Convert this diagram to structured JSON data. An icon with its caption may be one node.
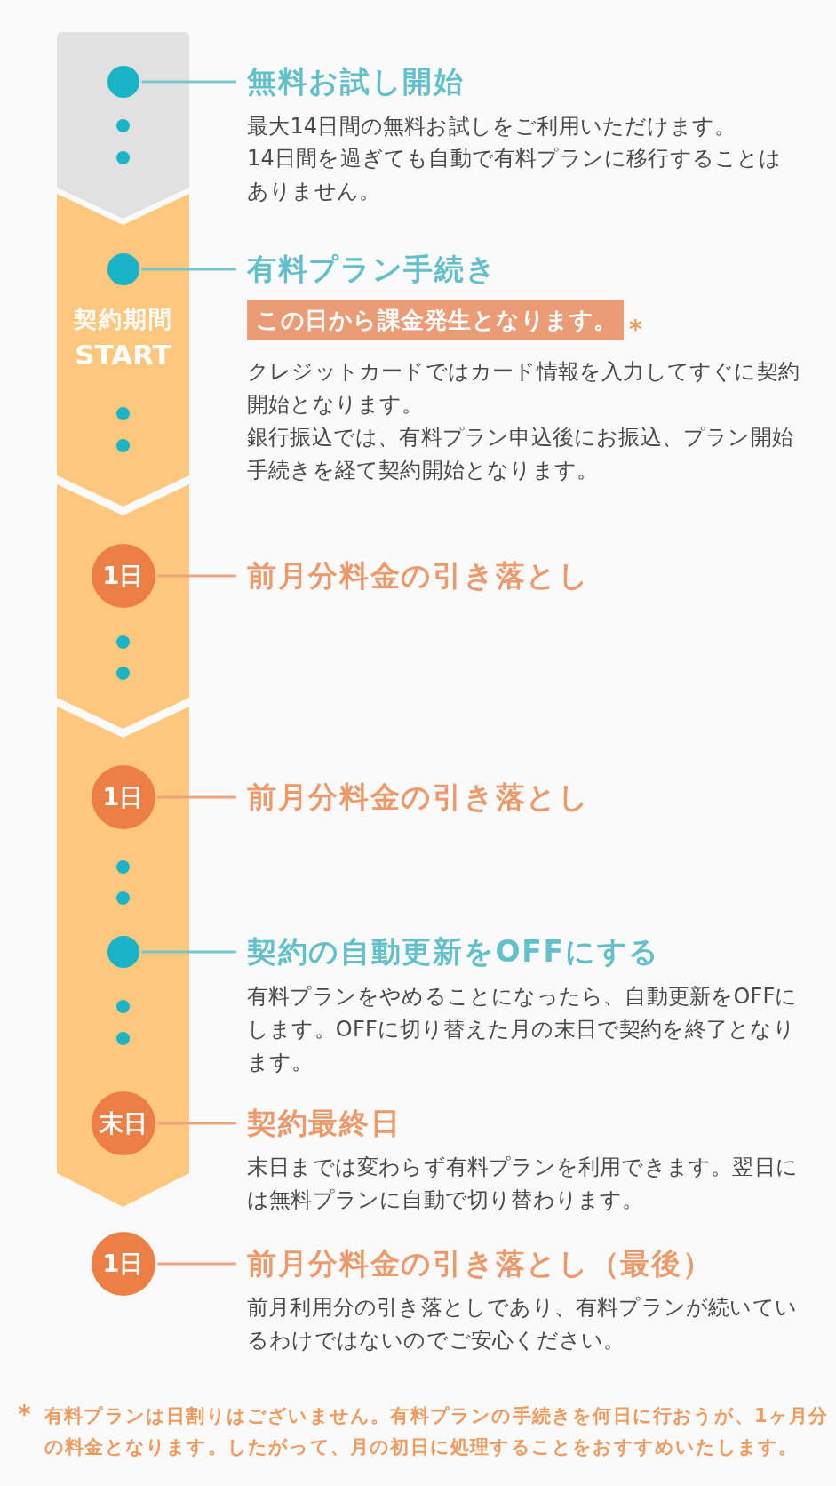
{
  "diagram": {
    "nodes": [
      {
        "text": [],
        "shape": "band"
      },
      {
        "text": [],
        "shape": "circle",
        "in": 0
      },
      {
        "text": [
          "無料お試し開始"
        ]
      },
      {
        "text": [
          "契約期間",
          "START"
        ]
      },
      {
        "text": [],
        "shape": "circle",
        "in": 3
      },
      {
        "text": [
          "有料プラン手続き"
        ]
      },
      {
        "text": [
          "この日から課金発生となります。"
        ],
        "beside": [
          "*"
        ]
      },
      {
        "text": [],
        "shape": "band"
      },
      {
        "text": [
          "1日"
        ],
        "in": 7
      },
      {
        "text": [
          "前月分料金の引き落とし"
        ]
      },
      {
        "text": [],
        "shape": "band"
      },
      {
        "text": [
          "1日"
        ],
        "in": 10
      },
      {
        "text": [
          "前月分料金の引き落とし"
        ]
      },
      {
        "text": [],
        "shape": "circle",
        "in": 10
      },
      {
        "text": [
          "契約の自動更新をOFFにする"
        ]
      },
      {
        "text": [
          "末日"
        ],
        "in": 10
      },
      {
        "text": [
          "契約最終日"
        ]
      },
      {
        "text": [
          "1日"
        ]
      },
      {
        "text": [
          "前月分料金の引き落とし（最後）"
        ]
      }
    ],
    "edges": [
      {
        "from": 1,
        "to": 2,
        "arrow": "none",
        "color": "#76c6cf"
      },
      {
        "from": 4,
        "to": 5,
        "arrow": "none",
        "color": "#76c6cf"
      },
      {
        "from": 8,
        "to": 9,
        "arrow": "none"
      },
      {
        "from": 11,
        "to": 12,
        "arrow": "none"
      },
      {
        "from": 13,
        "to": 14,
        "arrow": "none",
        "color": "#76c6cf"
      },
      {
        "from": 15,
        "to": 16,
        "arrow": "none"
      },
      {
        "from": 17,
        "to": 18,
        "arrow": "none"
      }
    ],
    "labels": [
      "最大14日間の無料お試しをご利用いただけます。",
      "14日間を過ぎても自動で有料プランに移行することはありません。",
      "クレジットカードではカード情報を入力してすぐに契約開始となります。",
      "銀行振込では、有料プラン申込後にお振込、プラン開始手続きを経て契約開始となります。",
      "有料プランをやめることになったら、自動更新をOFFにします。OFFに切り替えた月の末日で契約を終了となります。",
      "末日までは変わらず有料プランを利用できます。翌日には無料プランに自動で切り替わります。",
      "前月利用分の引き落としであり、有料プランが続いているわけではないのでご安心ください。",
      "*",
      "有料プランは日割りはございません。有料プランの手続きを何日に行おうが、1ヶ月分の料金となります。したがって、月の初日に処理することをおすすめいたします。"
    ]
  }
}
